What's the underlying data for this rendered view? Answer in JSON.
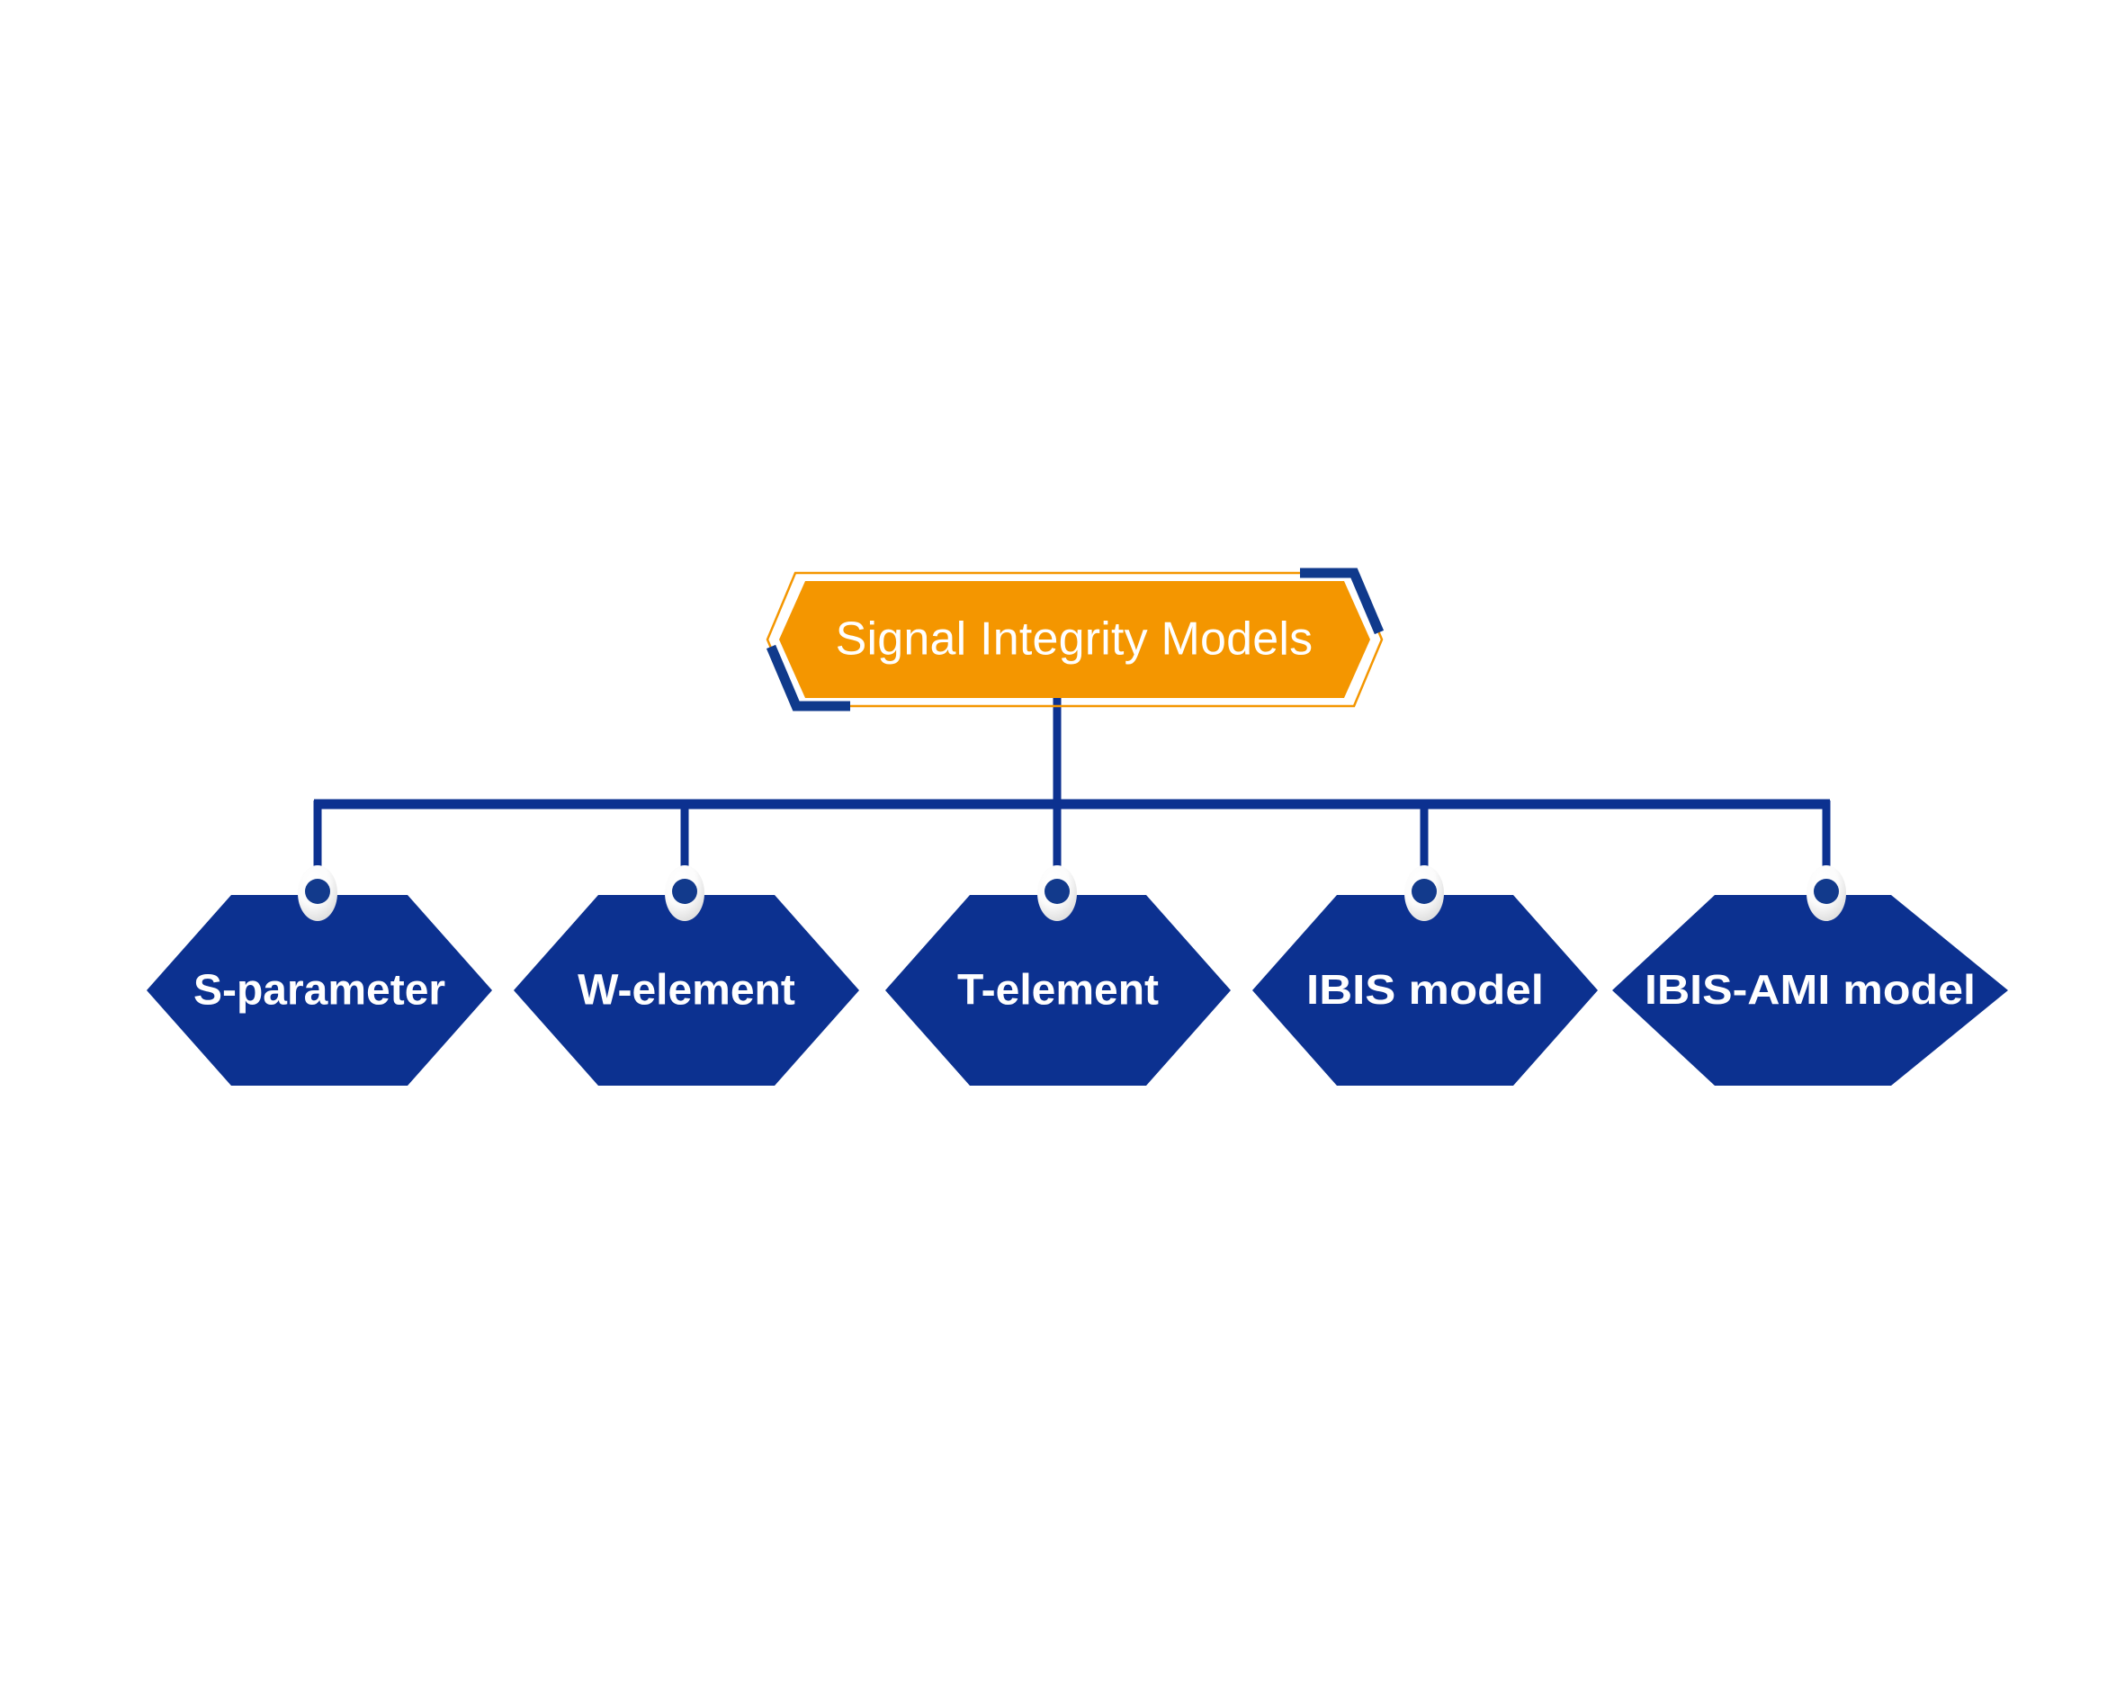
{
  "diagram": {
    "title": "Signal Integrity Models",
    "type": "hierarchy-tree",
    "background_color": "#FFFFFF",
    "root": {
      "label": "Signal Integrity Models",
      "shape": "hexagon",
      "fill_color": "#F49600",
      "outline_color": "#F49600",
      "text_color": "#FFFFFF",
      "accent_color": "#103A8C",
      "accent_positions": [
        "top-right",
        "bottom-left"
      ]
    },
    "connector": {
      "color": "#0C3190",
      "dot_fill": "#123A8C",
      "dot_ring_color": "#F2F2F2",
      "style": "orthogonal-elbow"
    },
    "children": [
      {
        "label": "S-parameter",
        "shape": "hexagon",
        "fill_color": "#0C3190",
        "text_color": "#FFFFFF",
        "condensed": false
      },
      {
        "label": "W-element",
        "shape": "hexagon",
        "fill_color": "#0C3190",
        "text_color": "#FFFFFF",
        "condensed": false
      },
      {
        "label": "T-element",
        "shape": "hexagon",
        "fill_color": "#0C3190",
        "text_color": "#FFFFFF",
        "condensed": false
      },
      {
        "label": "IBIS model",
        "shape": "hexagon",
        "fill_color": "#0C3190",
        "text_color": "#FFFFFF",
        "condensed": true
      },
      {
        "label": "IBIS-AMI model",
        "shape": "hexagon",
        "fill_color": "#0C3190",
        "text_color": "#FFFFFF",
        "condensed": true
      }
    ]
  }
}
